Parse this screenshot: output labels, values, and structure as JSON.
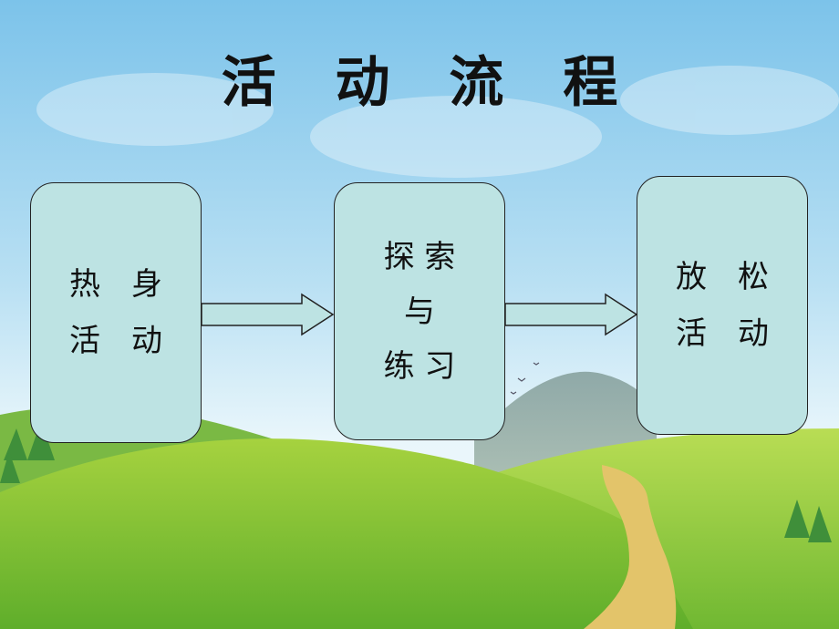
{
  "title": "活 动 流 程",
  "steps": [
    {
      "lines": [
        "热　身",
        "活　动"
      ]
    },
    {
      "lines": [
        "探 索",
        "与",
        "练 习"
      ]
    },
    {
      "lines": [
        "放　松",
        "活　动"
      ]
    }
  ],
  "colors": {
    "sky_top": "#7cc3ea",
    "box_fill": "#bde3e3",
    "hill_green": "#8cc63e",
    "path": "#e3c46a",
    "arrow_fill": "#bde3e3"
  }
}
